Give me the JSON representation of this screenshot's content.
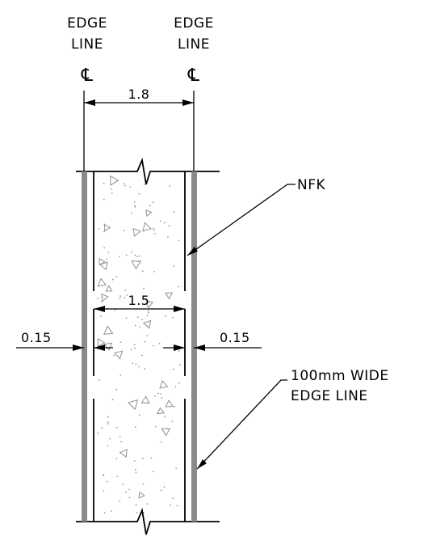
{
  "labels": {
    "edge_line_left": [
      "EDGE",
      "LINE"
    ],
    "edge_line_right": [
      "EDGE",
      "LINE"
    ],
    "centerline_symbol": "℄",
    "nfk": "NFK",
    "edge_line_note": [
      "100mm WIDE",
      "EDGE LINE"
    ]
  },
  "dimensions": {
    "overall": "1.8",
    "inner": "1.5",
    "left_offset": "0.15",
    "right_offset": "0.15"
  },
  "colors": {
    "line": "#000000",
    "edge_line_fill": "#8a8a8a",
    "aggregate": "#9a9a9a"
  }
}
